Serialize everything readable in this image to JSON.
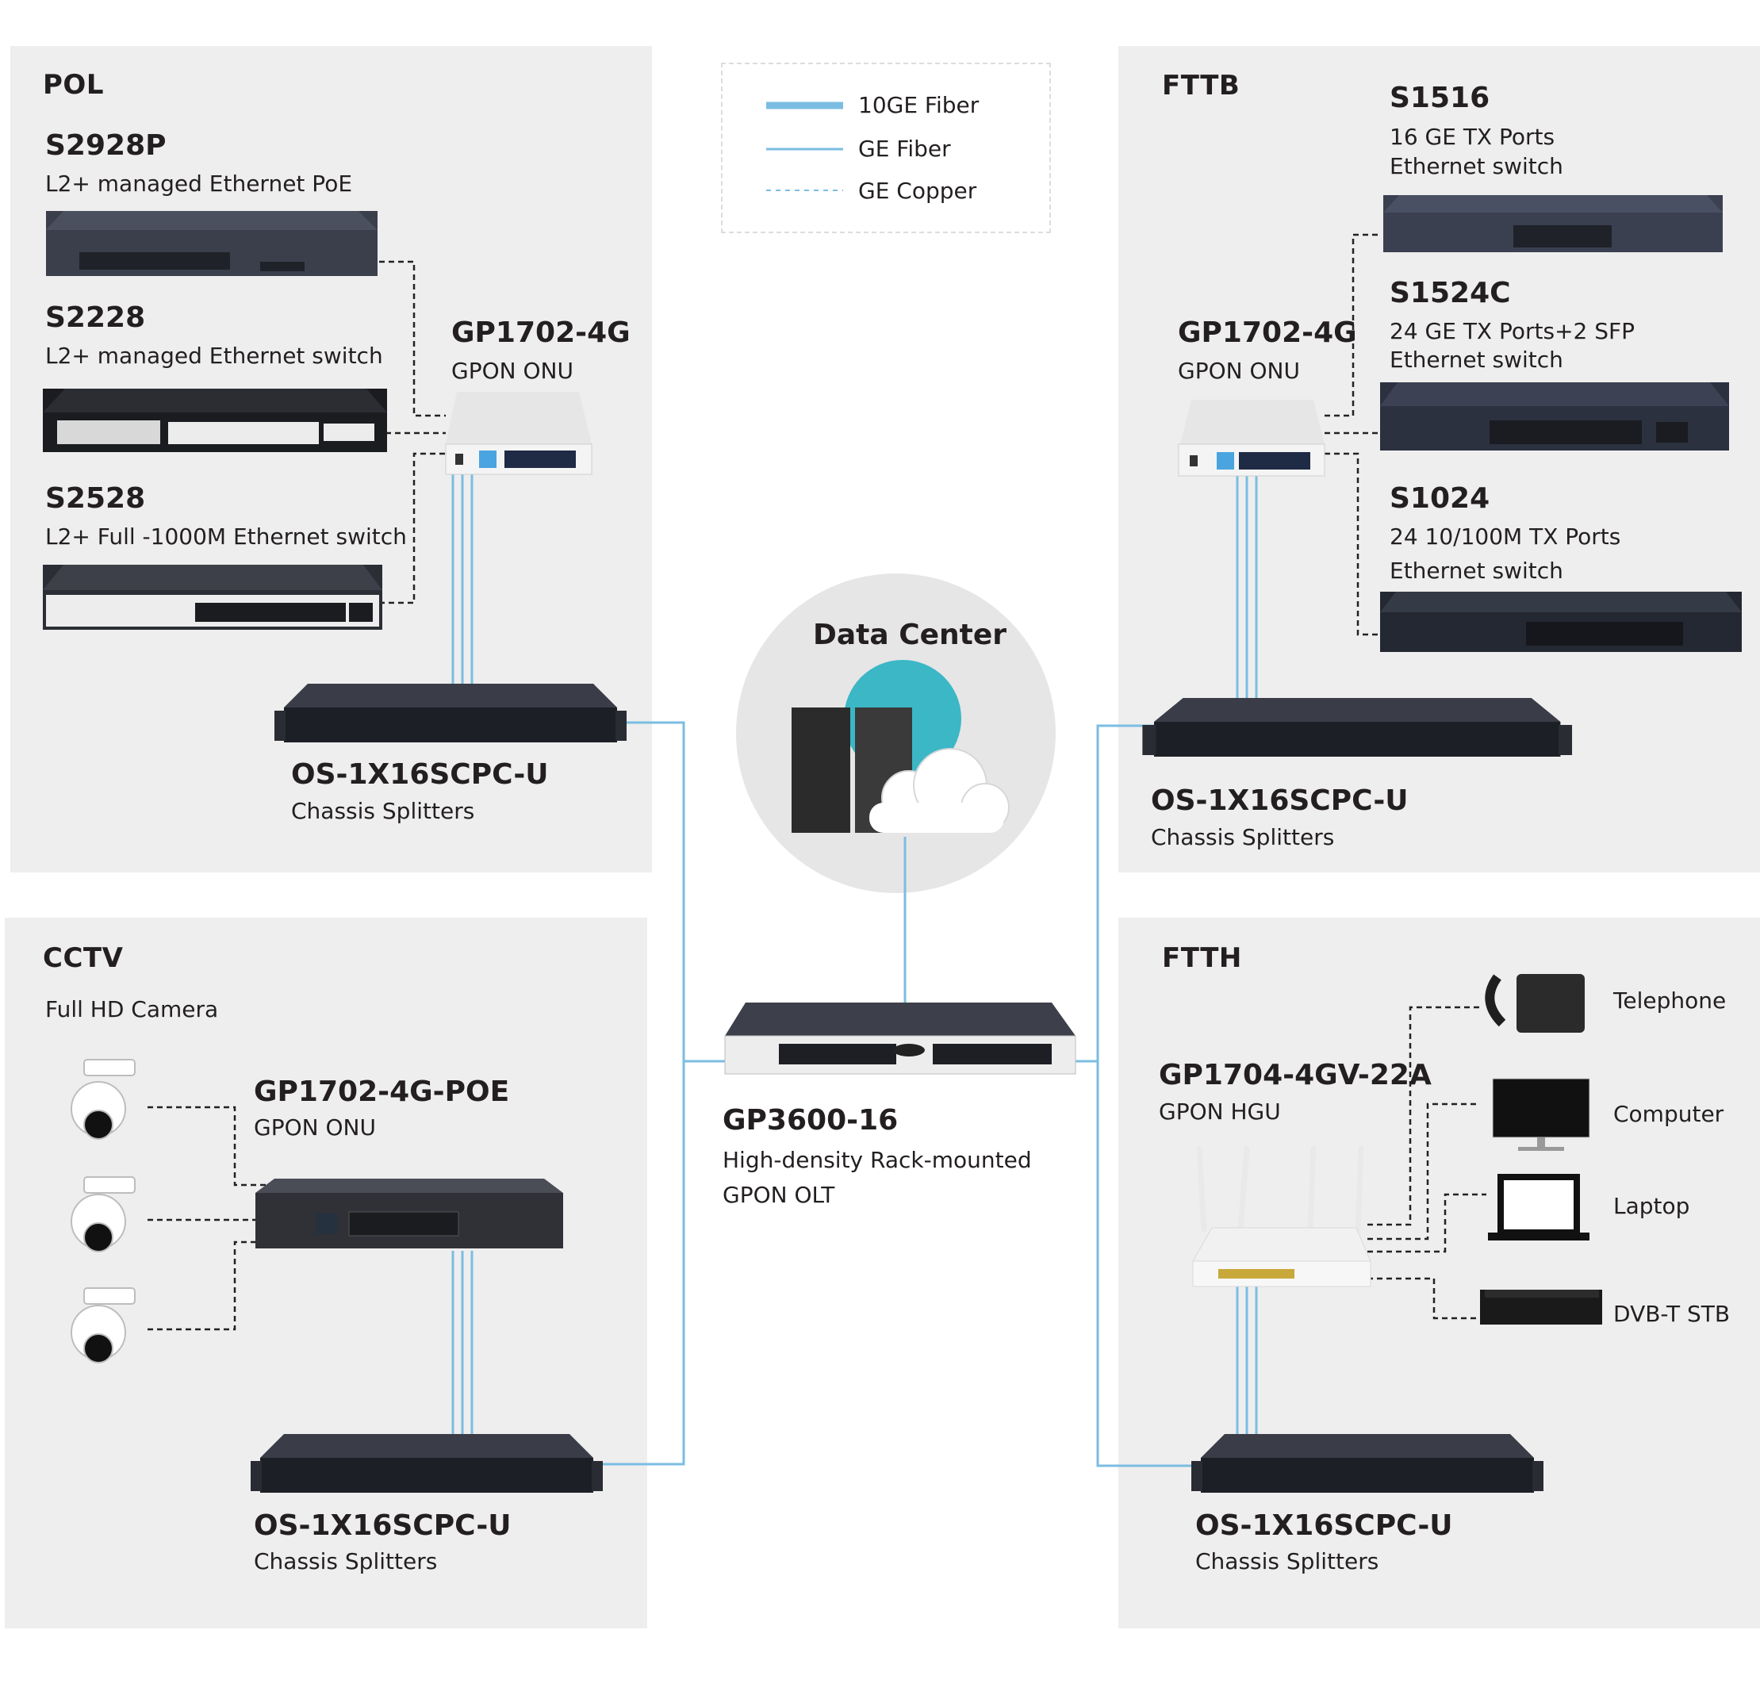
{
  "legend": {
    "items": [
      {
        "label": "10GE Fiber"
      },
      {
        "label": "GE Fiber"
      },
      {
        "label": "GE Copper"
      }
    ]
  },
  "colors": {
    "fiber": "#7bbde2",
    "copper": "#222222",
    "panel": "#eeeeee",
    "datacenter": "#e6e6e6",
    "accent": "#3bb7c6"
  },
  "pol": {
    "title": "POL",
    "s2928p": {
      "name": "S2928P",
      "desc": "L2+ managed Ethernet PoE"
    },
    "s2228": {
      "name": "S2228",
      "desc": "L2+ managed Ethernet switch"
    },
    "s2528": {
      "name": "S2528",
      "desc": "L2+ Full -1000M Ethernet switch"
    },
    "onu": {
      "name": "GP1702-4G",
      "desc": "GPON ONU"
    },
    "splitter": {
      "name": "OS-1X16SCPC-U",
      "desc": "Chassis  Splitters"
    }
  },
  "fttb": {
    "title": "FTTB",
    "s1516": {
      "name": "S1516",
      "desc1": "16 GE TX Ports",
      "desc2": "Ethernet switch"
    },
    "s1524c": {
      "name": "S1524C",
      "desc1": "24 GE TX Ports+2 SFP",
      "desc2": "Ethernet switch"
    },
    "s1024": {
      "name": "S1024",
      "desc1": "24 10/100M TX Ports",
      "desc2": "Ethernet switch"
    },
    "onu": {
      "name": "GP1702-4G",
      "desc": "GPON ONU"
    },
    "splitter": {
      "name": "OS-1X16SCPC-U",
      "desc": "Chassis  Splitters"
    }
  },
  "datacenter": {
    "title": "Data Center"
  },
  "olt": {
    "name": "GP3600-16",
    "desc1": "High-density Rack-mounted",
    "desc2": "GPON OLT"
  },
  "cctv": {
    "title": "CCTV",
    "camera": {
      "desc": "Full HD Camera"
    },
    "onu": {
      "name": "GP1702-4G-POE",
      "desc": "GPON ONU"
    },
    "splitter": {
      "name": "OS-1X16SCPC-U",
      "desc": "Chassis  Splitters"
    }
  },
  "ftth": {
    "title": "FTTH",
    "hgu": {
      "name": "GP1704-4GV-22A",
      "desc": "GPON HGU"
    },
    "devices": [
      {
        "label": "Telephone",
        "icon": "telephone-icon"
      },
      {
        "label": "Computer",
        "icon": "monitor-icon"
      },
      {
        "label": "Laptop",
        "icon": "laptop-icon"
      },
      {
        "label": "DVB-T STB",
        "icon": "set-top-box-icon"
      }
    ],
    "splitter": {
      "name": "OS-1X16SCPC-U",
      "desc": "Chassis  Splitters"
    }
  }
}
